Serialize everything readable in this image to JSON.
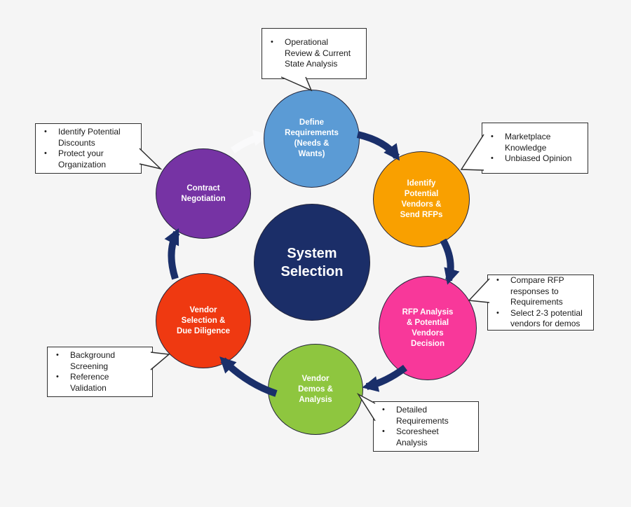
{
  "ui": {
    "bullet_char": "•"
  },
  "colors": {
    "background": "#f5f5f5",
    "arrow": "#1a2f6a",
    "return_arrow": "#fafafb",
    "center_fill": "#1b2e68",
    "define_fill": "#5b9bd5",
    "identify_fill": "#f9a000",
    "rfp_fill": "#f8389a",
    "demos_fill": "#8ec63f",
    "selection_fill": "#ef3911",
    "contract_fill": "#7633a4"
  },
  "center": {
    "lines": [
      "System",
      "Selection"
    ]
  },
  "stages": [
    {
      "name": "define-requirements",
      "lines": [
        "Define",
        "Requirements",
        "(Needs &",
        "Wants)"
      ]
    },
    {
      "name": "identify-potential-vendors",
      "lines": [
        "Identify",
        "Potential",
        "Vendors &",
        "Send RFPs"
      ]
    },
    {
      "name": "rfp-analysis",
      "lines": [
        "RFP Analysis",
        "& Potential",
        "Vendors",
        "Decision"
      ]
    },
    {
      "name": "vendor-demos",
      "lines": [
        "Vendor",
        "Demos &",
        "Analysis"
      ]
    },
    {
      "name": "vendor-selection",
      "lines": [
        "Vendor",
        "Selection &",
        "Due Diligence"
      ]
    },
    {
      "name": "contract-negotiation",
      "lines": [
        "Contract",
        "Negotiation"
      ]
    }
  ],
  "callouts": [
    {
      "name": "operational-review",
      "bullets": [
        [
          "Operational",
          "Review & Current",
          "State Analysis"
        ]
      ]
    },
    {
      "name": "marketplace-knowledge",
      "bullets": [
        [
          "Marketplace",
          "Knowledge"
        ],
        [
          "Unbiased Opinion"
        ]
      ]
    },
    {
      "name": "compare-rfp",
      "bullets": [
        [
          "Compare RFP",
          "responses to",
          "Requirements"
        ],
        [
          "Select 2-3 potential",
          "vendors for demos"
        ]
      ]
    },
    {
      "name": "detailed-requirements",
      "bullets": [
        [
          "Detailed",
          "Requirements"
        ],
        [
          "Scoresheet",
          "Analysis"
        ]
      ]
    },
    {
      "name": "background-screening",
      "bullets": [
        [
          "Background",
          "Screening"
        ],
        [
          "Reference",
          "Validation"
        ]
      ]
    },
    {
      "name": "identify-discounts",
      "bullets": [
        [
          "Identify Potential",
          "Discounts"
        ],
        [
          "Protect your",
          "Organization"
        ]
      ]
    }
  ]
}
